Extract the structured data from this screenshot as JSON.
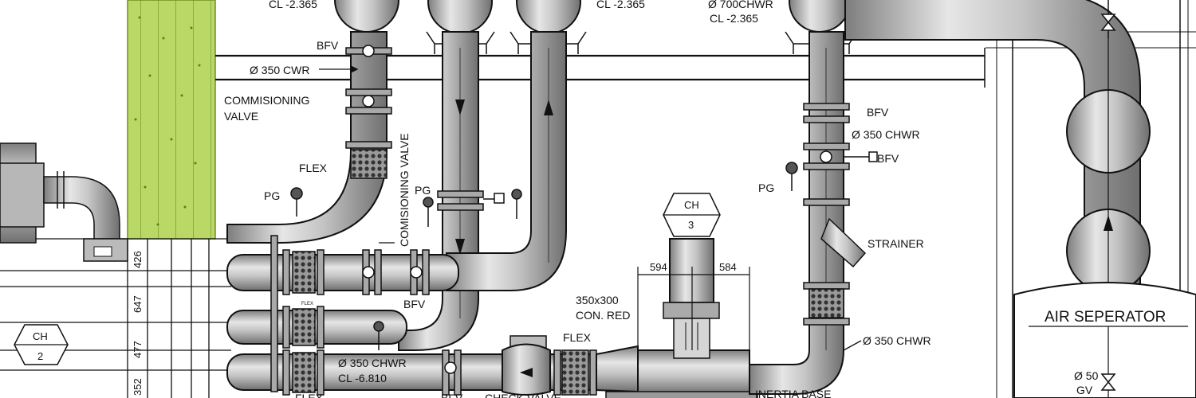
{
  "colors": {
    "pipe_fill": "#c9c9c9",
    "pipe_dark": "#8c8c8c",
    "line": "#111111",
    "wall_green": "#b5d65a",
    "background": "#ffffff"
  },
  "labels": {
    "cl_top_left": "CL -2.365",
    "cl_top_mid": "CL -2.365",
    "chwr_700": "Ø 700CHWR",
    "cl_top_right": "CL -2.365",
    "bfv_top": "BFV",
    "cwr_350": "Ø 350 CWR",
    "commissioning_valve_1": "COMMISIONING",
    "commissioning_valve_2": "VALVE",
    "comisioning_valve_vertical": "COMISIONING VALVE",
    "flex_left": "FLEX",
    "pg_left": "PG",
    "pg_mid": "PG",
    "bfv_mid": "BFV",
    "bfv_right": "BFV",
    "chwr_350_right": "Ø 350 CHWR",
    "bfv_right2": "BFV",
    "pg_right": "PG",
    "strainer": "STRAINER",
    "con_red_1": "350x300",
    "con_red_2": "CON. RED",
    "flex_mid": "FLEX",
    "chwr_350_bottom": "Ø 350 CHWR",
    "cl_bottom": "CL -6.810",
    "chwr_350_lower_right": "Ø 350 CHWR",
    "air_separator": "AIR SEPERATOR",
    "gv_50_1": "Ø 50",
    "gv_50_2": "GV",
    "flex_bottom": "FLEX",
    "bfv_bottom": "BFV",
    "check_valve": "CHECK VALVE",
    "inertia_base": "INERTIA BASE",
    "flex_tag": "FLEX"
  },
  "tags": {
    "ch3_top": "CH",
    "ch3_bottom": "3",
    "ch2_top": "CH",
    "ch2_bottom": "2"
  },
  "dimensions": {
    "d594": "594",
    "d584": "584",
    "d426": "426",
    "d647": "647",
    "d477": "477",
    "d352": "352"
  }
}
